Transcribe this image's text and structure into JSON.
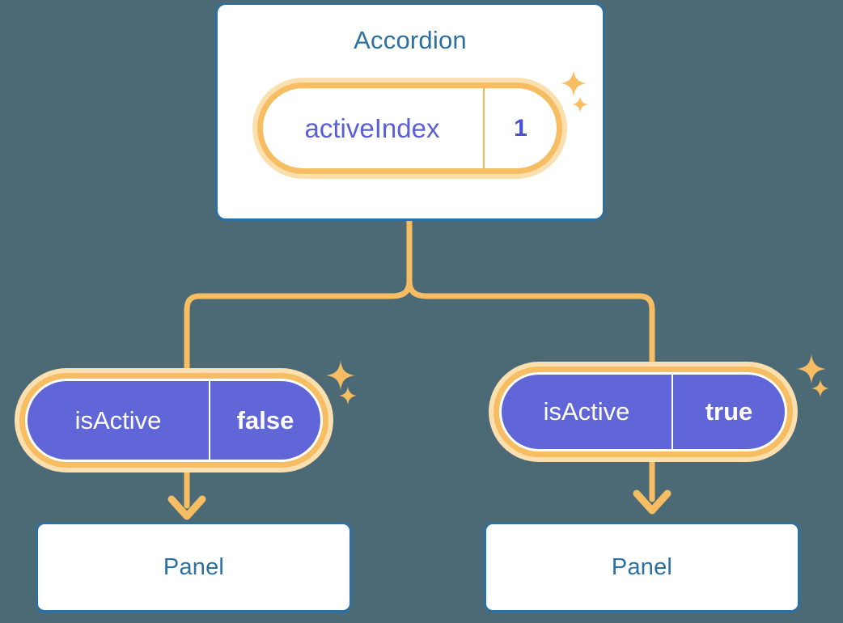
{
  "diagram": {
    "title_node": "Accordion",
    "background_color": "#4c6a76",
    "accent_orange": "#f7bd63",
    "accent_orange_light": "#fbdfae",
    "accent_blue": "#2c70a3",
    "accent_purple": "#6065d8",
    "state_text_purple": "#5b5fd6"
  },
  "accordion": {
    "label": "Accordion",
    "state": {
      "key": "activeIndex",
      "value": "1"
    }
  },
  "children": [
    {
      "state": {
        "key": "isActive",
        "value": "false"
      },
      "panel": {
        "label": "Panel"
      }
    },
    {
      "state": {
        "key": "isActive",
        "value": "true"
      },
      "panel": {
        "label": "Panel"
      }
    }
  ],
  "icons": {
    "sparkle": "sparkle-icon",
    "arrow_down": "arrow-down-icon"
  }
}
